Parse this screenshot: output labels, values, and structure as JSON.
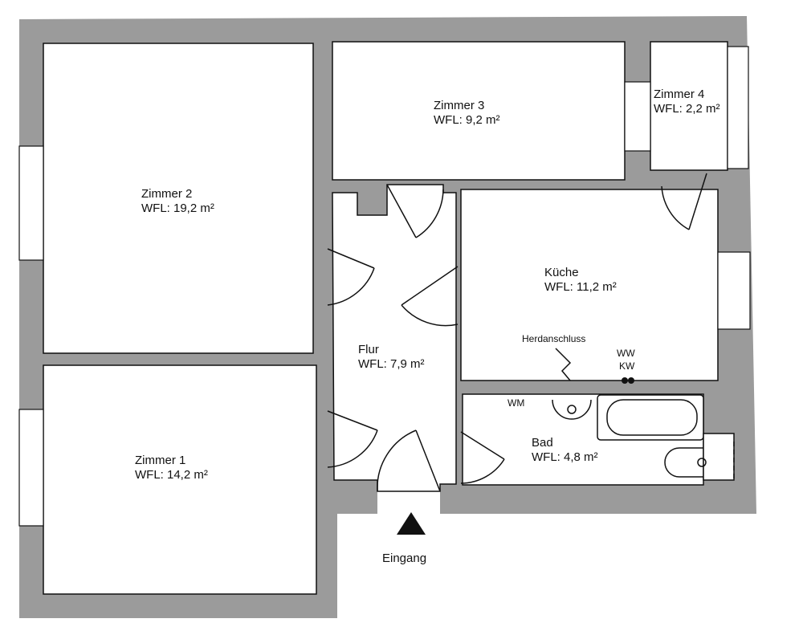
{
  "rooms": {
    "zimmer1": {
      "name": "Zimmer 1",
      "area": "WFL: 14,2 m²"
    },
    "zimmer2": {
      "name": "Zimmer 2",
      "area": "WFL: 19,2 m²"
    },
    "zimmer3": {
      "name": "Zimmer 3",
      "area": "WFL: 9,2 m²"
    },
    "zimmer4": {
      "name": "Zimmer 4",
      "area": "WFL: 2,2 m²"
    },
    "kueche": {
      "name": "Küche",
      "area": "WFL: 11,2 m²"
    },
    "flur": {
      "name": "Flur",
      "area": "WFL: 7,9 m²"
    },
    "bad": {
      "name": "Bad",
      "area": "WFL: 4,8 m²"
    }
  },
  "fixtures": {
    "herdanschluss": "Herdanschluss",
    "ww": "WW",
    "kw": "KW",
    "wm": "WM"
  },
  "entrance": {
    "label": "Eingang"
  }
}
